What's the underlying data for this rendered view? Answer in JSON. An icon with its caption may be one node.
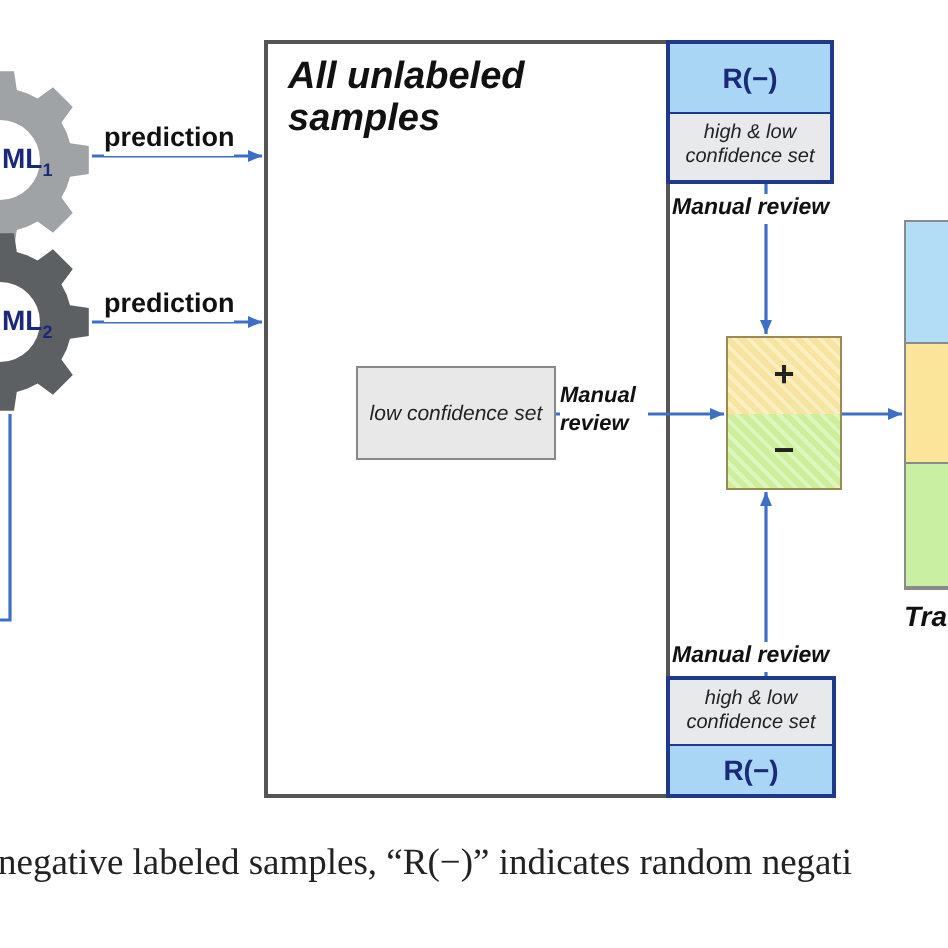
{
  "diagram": {
    "caption": "negative labeled samples, “R(−)” indicates random negati",
    "nodes": [
      {
        "text": [
          "ML$_{1}$"
        ]
      },
      {
        "text": [
          "ML$_{2}$"
        ]
      },
      {
        "text": [
          "All unlabeled samples"
        ]
      },
      {
        "text": [
          "R(−)",
          "high & low confidence set"
        ]
      },
      {
        "text": [
          "low confidence set"
        ],
        "in": 2
      },
      {
        "text": [
          "+",
          "−"
        ]
      },
      {
        "text": [],
        "shape": "box",
        "beside": [
          "Tra"
        ]
      },
      {
        "text": [
          "high & low confidence set",
          "R(−)"
        ]
      }
    ],
    "edges": [
      {
        "from": 0,
        "to": 2,
        "arrow": "to",
        "label": "prediction"
      },
      {
        "from": 1,
        "to": 2,
        "arrow": "to",
        "label": "prediction"
      },
      {
        "from": 3,
        "to": 5,
        "arrow": "to",
        "label": "Manual review"
      },
      {
        "from": 4,
        "to": 5,
        "arrow": "to",
        "label": "Manual review"
      },
      {
        "from": 7,
        "to": 5,
        "arrow": "to",
        "label": "Manual review"
      },
      {
        "from": 5,
        "to": 6,
        "arrow": "to"
      },
      {
        "from": 1,
        "to": null,
        "arrow": "none"
      }
    ]
  }
}
